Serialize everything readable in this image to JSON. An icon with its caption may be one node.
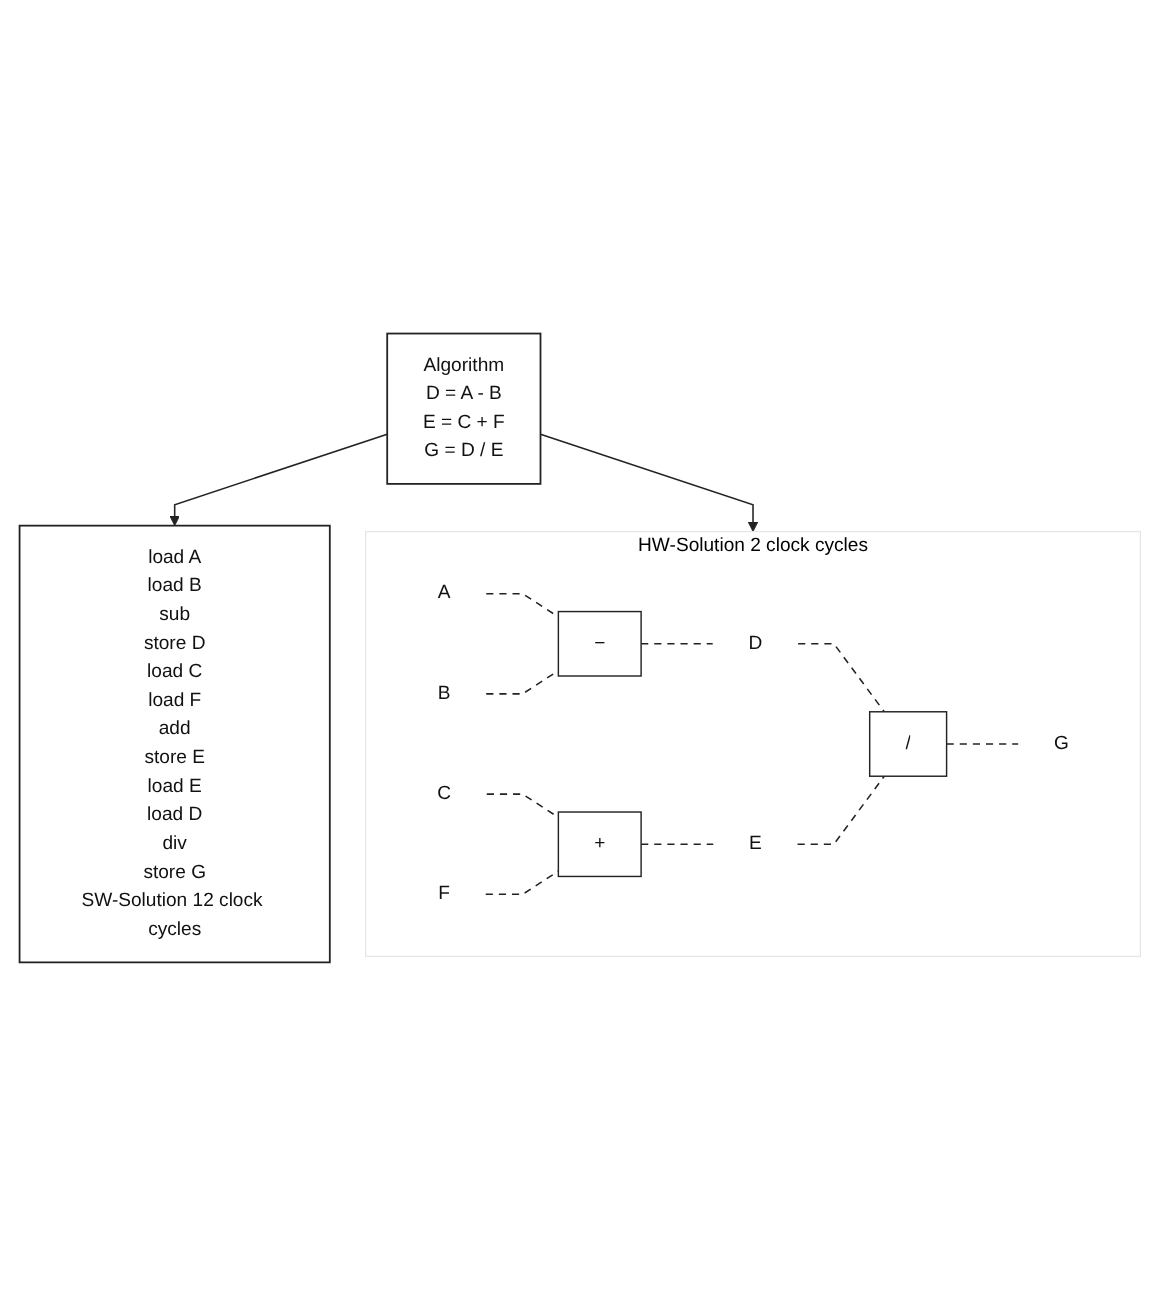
{
  "diagram": {
    "nodes": [
      {
        "text": [
          "Algorithm",
          "D = A - B",
          "E = C + F",
          "G = D / E"
        ]
      },
      {
        "text": [
          "load A",
          "load B",
          "sub",
          "store D",
          "load C",
          "load F",
          "add",
          "store E",
          "load E",
          "load D",
          "div",
          "store G",
          "SW-Solution 12 clock cycles"
        ]
      },
      {
        "text": [
          "HW-Solution 2 clock cycles"
        ]
      },
      {
        "text": [
          "A"
        ],
        "in": 2
      },
      {
        "text": [
          "B"
        ],
        "in": 2
      },
      {
        "text": [
          "C"
        ],
        "in": 2
      },
      {
        "text": [
          "F"
        ],
        "in": 2
      },
      {
        "text": [
          "−"
        ],
        "in": 2
      },
      {
        "text": [
          "+"
        ],
        "in": 2
      },
      {
        "text": [
          "D"
        ],
        "in": 2
      },
      {
        "text": [
          "E"
        ],
        "in": 2
      },
      {
        "text": [
          "/"
        ],
        "in": 2
      },
      {
        "text": [
          "G"
        ],
        "in": 2
      }
    ],
    "edges": [
      {
        "from": 0,
        "to": 1,
        "arrow": "to"
      },
      {
        "from": 0,
        "to": 2,
        "arrow": "to"
      },
      {
        "from": 3,
        "to": 7,
        "arrow": "none",
        "style": "dashed"
      },
      {
        "from": 4,
        "to": 7,
        "arrow": "none",
        "style": "dashed"
      },
      {
        "from": 5,
        "to": 8,
        "arrow": "none",
        "style": "dashed"
      },
      {
        "from": 6,
        "to": 8,
        "arrow": "none",
        "style": "dashed"
      },
      {
        "from": 7,
        "to": 9,
        "arrow": "none",
        "style": "dashed"
      },
      {
        "from": 8,
        "to": 10,
        "arrow": "none",
        "style": "dashed"
      },
      {
        "from": 9,
        "to": 11,
        "arrow": "none",
        "style": "dashed"
      },
      {
        "from": 10,
        "to": 11,
        "arrow": "none",
        "style": "dashed"
      },
      {
        "from": 11,
        "to": 12,
        "arrow": "none",
        "style": "dashed"
      }
    ]
  }
}
